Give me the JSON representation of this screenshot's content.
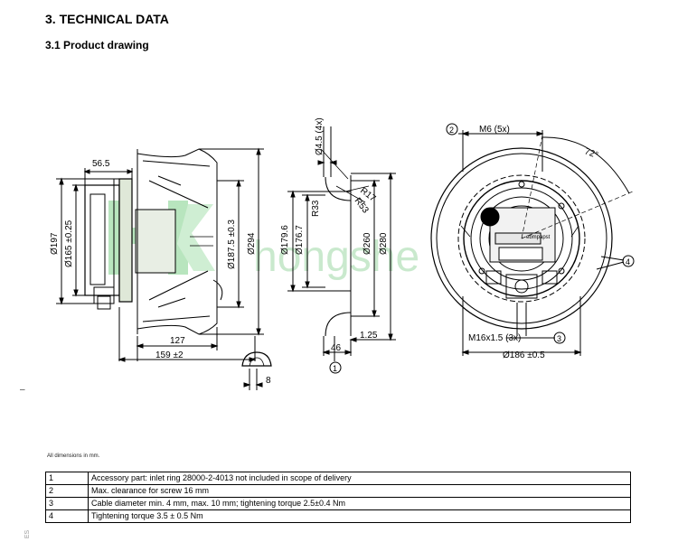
{
  "heading": "3. TECHNICAL DATA",
  "subheading": "3.1 Product drawing",
  "watermark": "hongshe",
  "footnote": "All dimensions in mm.",
  "side_mark": "–",
  "page_mark": "ES",
  "brand_label": "ebmpapst",
  "dims": {
    "d56_5": "56.5",
    "d197": "Ø197",
    "d165": "Ø165 ±0.25",
    "d187_5": "Ø187.5 ±0.3",
    "d294": "Ø294",
    "d127": "127",
    "d159": "159 ±2",
    "d8": "8",
    "d4_5": "Ø4.5 (4x)",
    "r17": "R17",
    "r53": "R53",
    "r33": "R33",
    "d179_6": "Ø179.6",
    "d176_7": "Ø176.7",
    "d260": "Ø260",
    "d280": "Ø280",
    "d46": "46",
    "d1_25": "1.25",
    "m6": "M6 (5x)",
    "a72": "72°",
    "m16": "M16x1.5 (3x)",
    "d186": "Ø186 ±0.5"
  },
  "callouts": {
    "c1": "1",
    "c2": "2",
    "c3": "3",
    "c4": "4"
  },
  "notes": [
    {
      "num": "1",
      "text": "Accessory part: inlet ring 28000-2-4013 not included in scope of delivery"
    },
    {
      "num": "2",
      "text": "Max. clearance for screw 16 mm"
    },
    {
      "num": "3",
      "text": "Cable diameter min. 4 mm, max. 10 mm; tightening torque 2.5±0.4 Nm"
    },
    {
      "num": "4",
      "text": "Tightening torque 3.5 ± 0.5 Nm"
    }
  ]
}
